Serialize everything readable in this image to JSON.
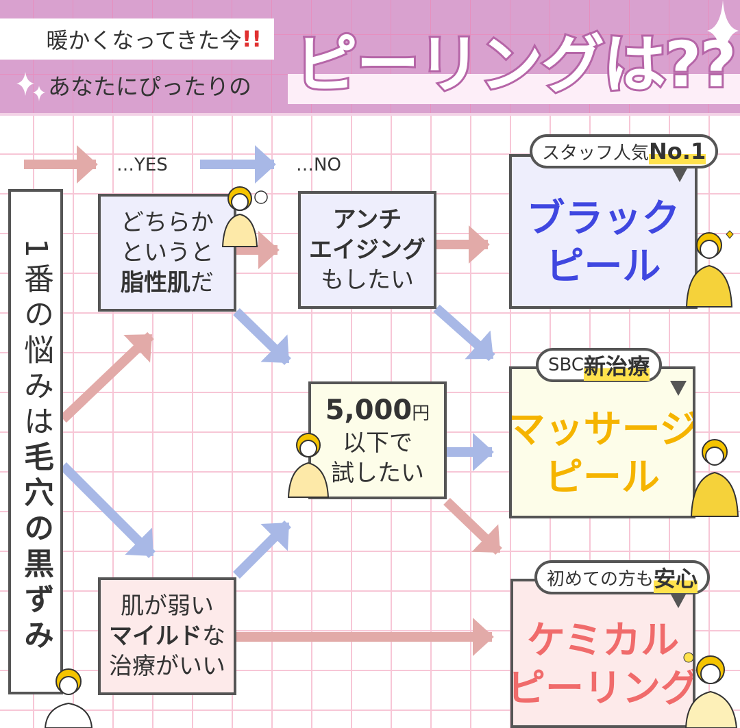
{
  "header": {
    "subtitle1": "暖かくなってきた今",
    "subtitle1_exclaim": "!!",
    "subtitle2": "あなたにぴったりの",
    "title": "ピーリングは??"
  },
  "legend": {
    "yes": "…YES",
    "no": "…NO"
  },
  "start": {
    "line1": "1番の悩みは",
    "line2": "毛穴の黒ずみ"
  },
  "questions": [
    {
      "lines": [
        "どちらか",
        "というと"
      ],
      "bold": "脂性肌",
      "end": "だ"
    },
    {
      "bold_lines": [
        "アンチ",
        "エイジング"
      ],
      "line": "もしたい"
    },
    {
      "bold": "5,000",
      "unit": "円",
      "lines": [
        "以下で",
        "試したい"
      ]
    },
    {
      "line1": "肌が弱い",
      "bold": "マイルド",
      "bold_suffix": "な",
      "line3": "治療がいい"
    }
  ],
  "results": [
    {
      "badge_text": "スタッフ人気",
      "badge_bold": "No.1",
      "lines": [
        "ブラック",
        "ピール"
      ],
      "color": "#3f47e0"
    },
    {
      "badge_text": "SBC",
      "badge_bold": "新治療",
      "lines": [
        "マッサージ",
        "ピール"
      ],
      "color": "#f5b400"
    },
    {
      "badge_text": "初めての方も",
      "badge_bold": "安心",
      "lines": [
        "ケミカル",
        "ピーリング"
      ],
      "color": "#f06b6b"
    }
  ],
  "colors": {
    "yes_arrow": "#e2aaa8",
    "no_arrow": "#a8b8e6",
    "header": "#d9a1cf",
    "title_outline": "#b565a7"
  }
}
